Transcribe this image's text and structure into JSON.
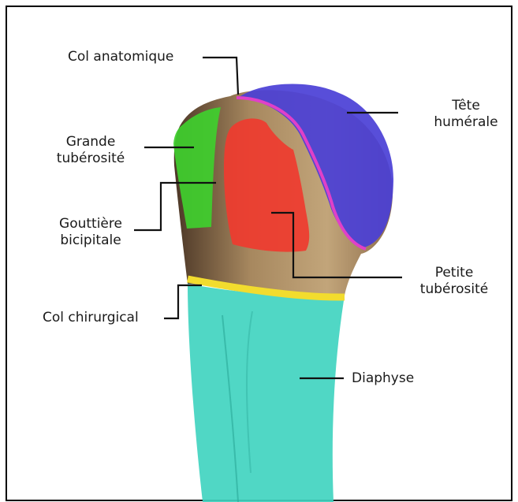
{
  "labels": {
    "col_anatomique": "Col anatomique",
    "tete_humerale_1": "Tête",
    "tete_humerale_2": "humérale",
    "grande_tuberosite_1": "Grande",
    "grande_tuberosite_2": "tubérosité",
    "gouttiere_bicipitale_1": "Gouttière",
    "gouttiere_bicipitale_2": "bicipitale",
    "petite_tuberosite_1": "Petite",
    "petite_tuberosite_2": "tubérosité",
    "col_chirurgical": "Col chirurgical",
    "diaphyse": "Diaphyse"
  },
  "colors": {
    "tete_humerale": "#4a3fd6",
    "col_anatomique": "#e040c8",
    "grande_tuberosite": "#3fcf2e",
    "petite_tuberosite": "#ef3b2f",
    "col_chirurgical": "#f2dc2e",
    "diaphyse": "#41d4c0",
    "bone": "#8a6a48"
  }
}
